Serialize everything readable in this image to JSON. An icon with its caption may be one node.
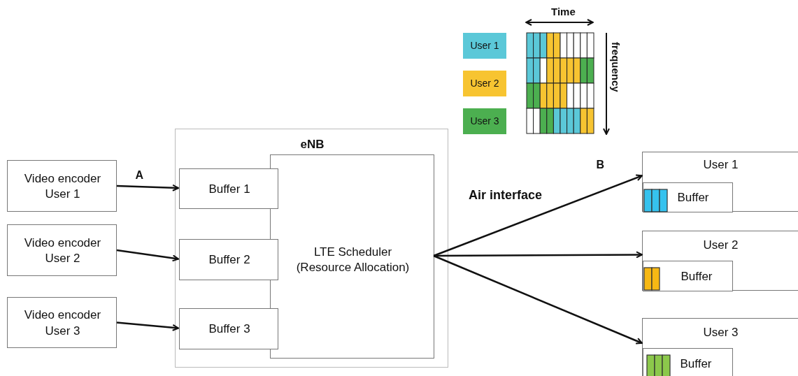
{
  "diagram": {
    "nodes": [
      {
        "text": [
          "eNB"
        ]
      },
      {
        "text": [
          "LTE Scheduler (Resource Allocation)"
        ],
        "in": 0
      },
      {
        "text": [
          "Buffer 1"
        ],
        "in": 0
      },
      {
        "text": [
          "Buffer 2"
        ],
        "in": 0
      },
      {
        "text": [
          "Buffer 3"
        ],
        "in": 0
      },
      {
        "text": [
          "Video encoder User 1"
        ]
      },
      {
        "text": [
          "Video encoder User 2"
        ]
      },
      {
        "text": [
          "Video encoder User 3"
        ]
      },
      {
        "text": [
          "User 1"
        ]
      },
      {
        "text": [
          "Buffer"
        ],
        "in": 8
      },
      {
        "text": [
          "User 2"
        ]
      },
      {
        "text": [
          "Buffer"
        ],
        "in": 10
      },
      {
        "text": [
          "User 3"
        ]
      },
      {
        "text": [
          "Buffer"
        ],
        "in": 12
      }
    ],
    "edges": [
      {
        "from": 5,
        "to": 2,
        "arrow": "to",
        "label": "A"
      },
      {
        "from": 6,
        "to": 3,
        "arrow": "to"
      },
      {
        "from": 7,
        "to": 4,
        "arrow": "to"
      },
      {
        "from": 1,
        "to": 8,
        "arrow": "to",
        "label": "B"
      },
      {
        "from": 1,
        "to": 10,
        "arrow": "to"
      },
      {
        "from": 1,
        "to": 12,
        "arrow": "to"
      }
    ],
    "labels": [
      "Time",
      "frequency",
      "Air interface"
    ],
    "legend": [
      {
        "text": "User 1",
        "color": "#5bc8d8"
      },
      {
        "text": "User 2",
        "color": "#f7c431"
      },
      {
        "text": "User 3",
        "color": "#4caf50"
      }
    ]
  }
}
